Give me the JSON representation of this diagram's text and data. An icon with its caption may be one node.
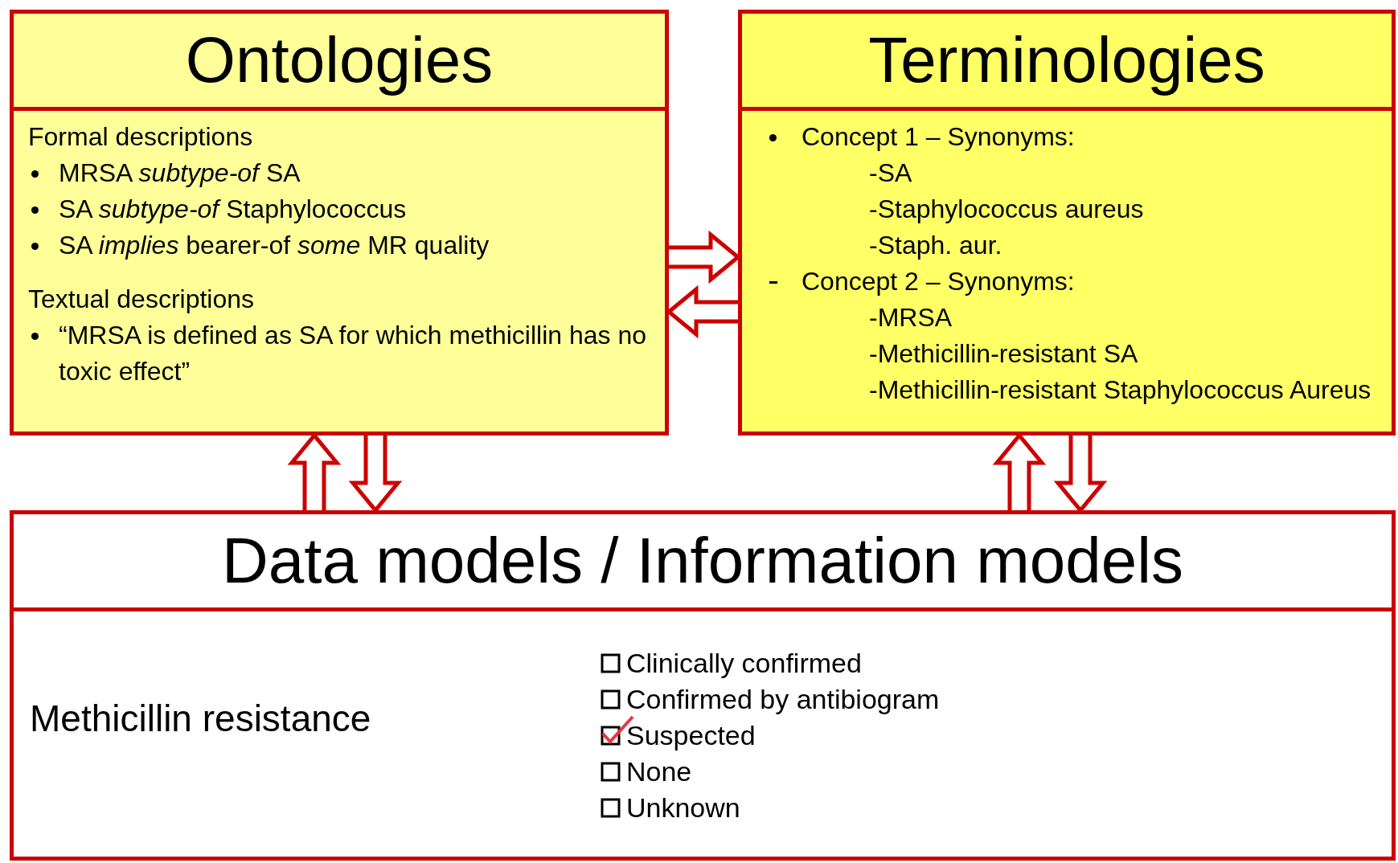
{
  "diagram": {
    "nodes": [
      {
        "text": [
          "Ontologies",
          "Formal descriptions",
          "MRSA *subtype-of* SA",
          "SA *subtype-of* Staphylococcus",
          "SA *implies* bearer-of *some* MR quality",
          "Textual descriptions",
          "“MRSA is defined as SA for which methicillin has no toxic effect”"
        ]
      },
      {
        "text": [
          "Terminologies",
          "Concept 1 – Synonyms:",
          "-SA",
          "-Staphylococcus aureus",
          "-Staph. aur.",
          "Concept 2 – Synonyms:",
          "-MRSA",
          "-Methicillin-resistant SA",
          "-Methicillin-resistant Staphylococcus Aureus"
        ]
      },
      {
        "text": [
          "Data models / Information models",
          "Methicillin resistance",
          "Clinically confirmed",
          "Confirmed by antibiogram",
          "Suspected",
          "None",
          "Unknown"
        ]
      }
    ],
    "edges": [
      {
        "from": 0,
        "to": 1,
        "arrow": "to"
      },
      {
        "from": 1,
        "to": 0,
        "arrow": "to"
      },
      {
        "from": 2,
        "to": 0,
        "arrow": "to"
      },
      {
        "from": 0,
        "to": 2,
        "arrow": "to"
      },
      {
        "from": 2,
        "to": 1,
        "arrow": "to"
      },
      {
        "from": 1,
        "to": 2,
        "arrow": "to"
      }
    ]
  }
}
